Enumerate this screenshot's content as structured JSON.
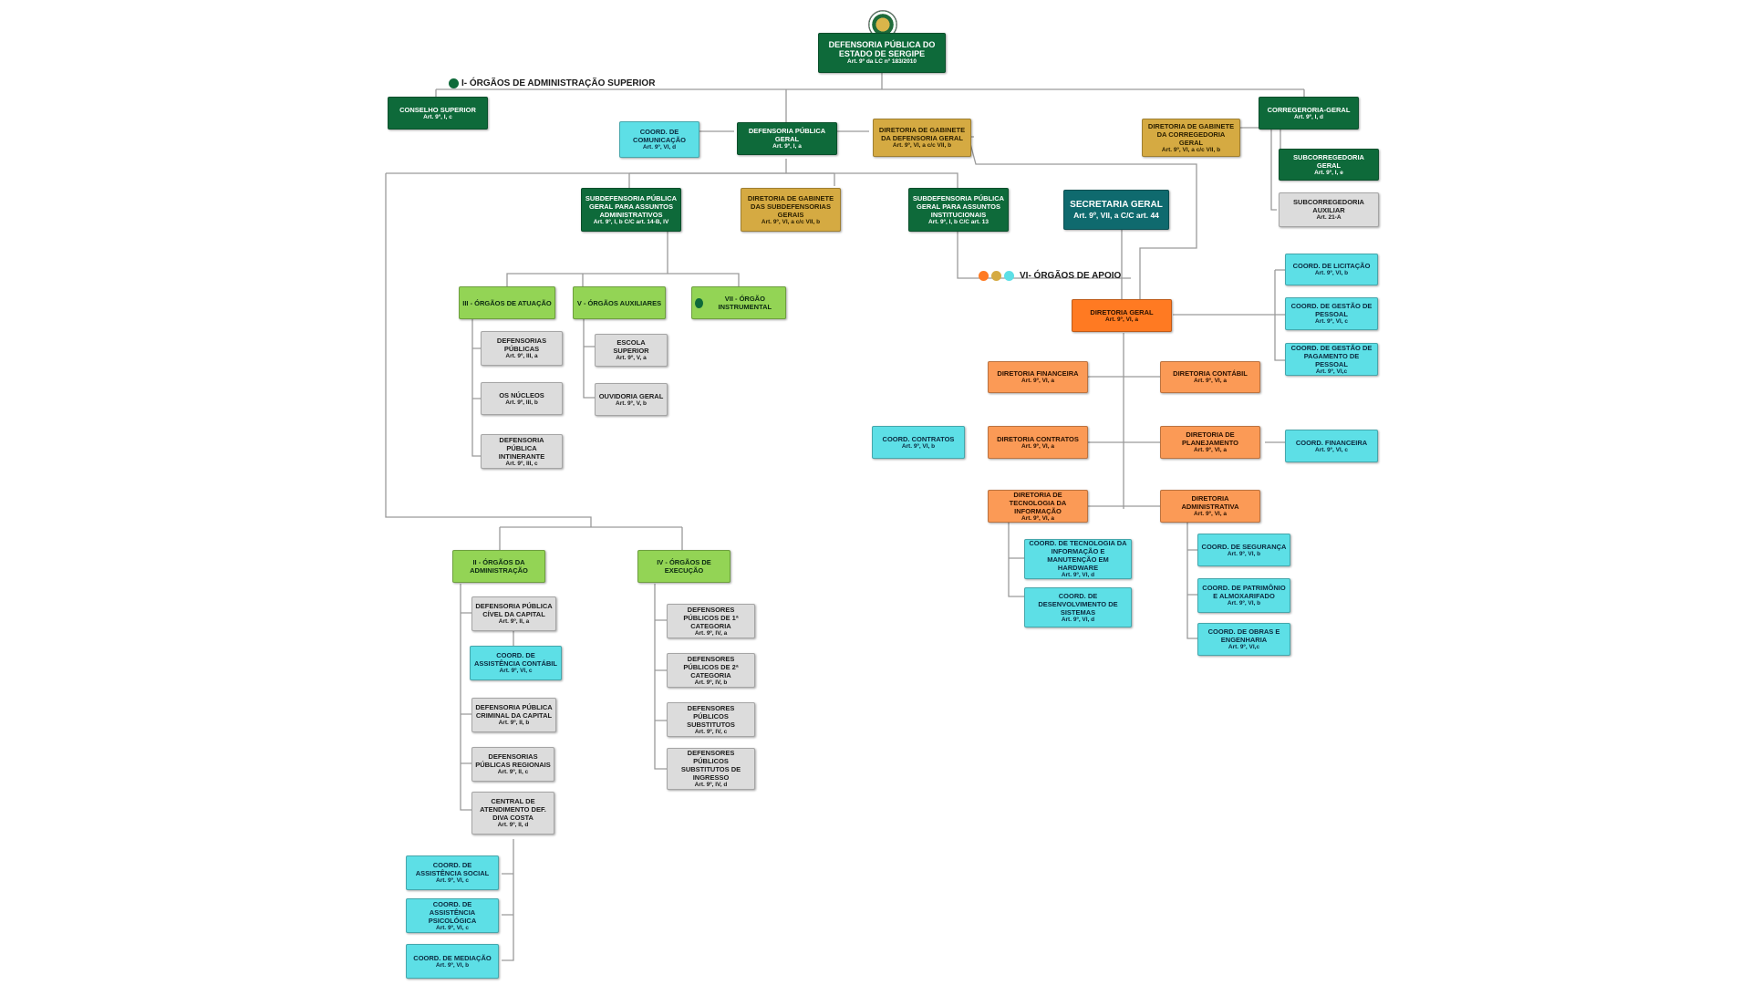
{
  "colors": {
    "dark_green": "#0e6a3a",
    "gold": "#d5aa42",
    "cyan": "#5ddfe6",
    "gray": "#dcdcdc",
    "light_green": "#93d455",
    "teal": "#0f6a6e",
    "orange": "#ff7a22",
    "light_orange": "#fb9a56"
  },
  "header": {
    "emblem_icon": "sergipe-state-seal",
    "title": "DEFENSORIA PÚBLICA DO ESTADO DE SERGIPE",
    "subtitle": "Art. 9º da LC nº 183/2010"
  },
  "group_labels": {
    "admin_superior": "I- ÓRGÃOS DE ADMINISTRAÇÃO SUPERIOR",
    "apoio": "VI- ÓRGÃOS DE APOIO"
  },
  "nodes": {
    "conselho": {
      "title": "CONSELHO SUPERIOR",
      "sub": "Art. 9º, I, c"
    },
    "corregedoria": {
      "title": "CORREGERORIA-GERAL",
      "sub": "Art. 9º, I, d"
    },
    "coord_comunicacao": {
      "title": "COORD. DE COMUNICAÇÃO",
      "sub": "Art. 9º, VI, d"
    },
    "dpg": {
      "title": "DEFENSORIA PÚBLICA GERAL",
      "sub": "Art. 9º, I, a"
    },
    "gab_dpg": {
      "title": "DIRETORIA DE GABINETE DA DEFENSORIA GERAL",
      "sub": "Art. 9º, VI, a c/c VII, b"
    },
    "gab_corregedoria": {
      "title": "DIRETORIA DE GABINETE DA CORREGEDORIA GERAL",
      "sub": "Art. 9º, VI, a c/c VII, b"
    },
    "subcorregedoria_geral": {
      "title": "SUBCORREGEDORIA GERAL",
      "sub": "Art. 9º, I, e"
    },
    "subcorregedoria_aux": {
      "title": "SUBCORREGEDORIA AUXILIAR",
      "sub": "Art. 21-A"
    },
    "sub_adm": {
      "title": "SUBDEFENSORIA PÚBLICA GERAL PARA ASSUNTOS ADMINISTRATIVOS",
      "sub": "Art. 9º, I, b C/C art. 14-B, IV"
    },
    "gab_sub": {
      "title": "DIRETORIA DE GABINETE DAS SUBDEFENSORIAS GERAIS",
      "sub": "Art. 9º, VI, a c/c VII, b"
    },
    "sub_inst": {
      "title": "SUBDEFENSORIA PÚBLICA GERAL PARA ASSUNTOS INSTITUCIONAIS",
      "sub": "Art. 9º, I, b C/C art. 13"
    },
    "sec_geral": {
      "title": "SECRETARIA GERAL",
      "sub": "Art. 9º, VII, a C/C art. 44"
    },
    "atuacao": {
      "title": "III - ÓRGÃOS DE ATUAÇÃO",
      "sub": ""
    },
    "auxiliares": {
      "title": "V - ÓRGÃOS AUXILIARES",
      "sub": ""
    },
    "instrumental": {
      "title": "VII - ÓRGÃO INSTRUMENTAL",
      "sub": ""
    },
    "def_publicas": {
      "title": "DEFENSORIAS PÚBLICAS",
      "sub": "Art. 9º, III, a"
    },
    "nucleos": {
      "title": "OS NÚCLEOS",
      "sub": "Art. 9º, III, b"
    },
    "def_itinerante": {
      "title": "DEFENSORIA PÚBLICA INTINERANTE",
      "sub": "Art. 9º, III, c"
    },
    "escola": {
      "title": "ESCOLA SUPERIOR",
      "sub": "Art. 9º, V, a"
    },
    "ouvidoria": {
      "title": "OUVIDORIA GERAL",
      "sub": "Art. 9º, V, b"
    },
    "orgaos_adm": {
      "title": "II - ÓRGÃOS DA ADMINISTRAÇÃO",
      "sub": ""
    },
    "orgaos_exec": {
      "title": "IV - ÓRGÃOS DE EXECUÇÃO",
      "sub": ""
    },
    "dp_civel": {
      "title": "DEFENSORIA PÚBLICA CÍVEL DA CAPITAL",
      "sub": "Art. 9º, II, a"
    },
    "coord_contabil": {
      "title": "COORD. DE ASSISTÊNCIA CONTÁBIL",
      "sub": "Art. 9º, VI, c"
    },
    "dp_criminal": {
      "title": "DEFENSORIA PÚBLICA CRIMINAL DA CAPITAL",
      "sub": "Art. 9º, II, b"
    },
    "dp_regionais": {
      "title": "DEFENSORIAS PÚBLICAS REGIONAIS",
      "sub": "Art. 9º, II, c"
    },
    "central": {
      "title": "CENTRAL DE ATENDIMENTO DEF. DIVA COSTA",
      "sub": "Art. 9º, II, d"
    },
    "coord_social": {
      "title": "COORD. DE ASSISTÊNCIA SOCIAL",
      "sub": "Art. 9º, VI, c"
    },
    "coord_psico": {
      "title": "COORD. DE ASSISTÊNCIA PSICOLÓGICA",
      "sub": "Art. 9º, VI, c"
    },
    "coord_mediacao": {
      "title": "COORD. DE MEDIAÇÃO",
      "sub": "Art. 9º, VI, b"
    },
    "def_1cat": {
      "title": "DEFENSORES PÚBLICOS DE 1ª CATEGORIA",
      "sub": "Art. 9º, IV, a"
    },
    "def_2cat": {
      "title": "DEFENSORES PÚBLICOS DE 2ª CATEGORIA",
      "sub": "Art. 9º, IV, b"
    },
    "def_subst": {
      "title": "DEFENSORES PÚBLICOS SUBSTITUTOS",
      "sub": "Art. 9º, IV, c"
    },
    "def_ingresso": {
      "title": "DEFENSORES PÚBLICOS SUBSTITUTOS DE INGRESSO",
      "sub": "Art. 9º, IV, d"
    },
    "dir_geral": {
      "title": "DIRETORIA GERAL",
      "sub": "Art. 9º, VI, a"
    },
    "coord_licitacao": {
      "title": "COORD. DE LICITAÇÃO",
      "sub": "Art. 9º, VI, b"
    },
    "coord_pessoal": {
      "title": "COORD. DE GESTÃO DE PESSOAL",
      "sub": "Art. 9º, VI, c"
    },
    "coord_pagamento": {
      "title": "COORD. DE GESTÃO DE PAGAMENTO DE PESSOAL",
      "sub": "Art. 9º, VI,c"
    },
    "dir_financeira": {
      "title": "DIRETORIA FINANCEIRA",
      "sub": "Art. 9º, VI, a"
    },
    "dir_contabil": {
      "title": "DIRETORIA CONTÁBIL",
      "sub": "Art. 9º, VI, a"
    },
    "coord_contratos": {
      "title": "COORD. CONTRATOS",
      "sub": "Art. 9º, VI, b"
    },
    "dir_contratos": {
      "title": "DIRETORIA CONTRATOS",
      "sub": "Art. 9º, VI, a"
    },
    "dir_planejamento": {
      "title": "DIRETORIA DE PLANEJAMENTO",
      "sub": "Art. 9º, VI, a"
    },
    "coord_financeira": {
      "title": "COORD. FINANCEIRA",
      "sub": "Art. 9º, VI, c"
    },
    "dir_ti": {
      "title": "DIRETORIA DE TECNOLOGIA DA INFORMAÇÃO",
      "sub": "Art. 9º, VI, a"
    },
    "dir_adm": {
      "title": "DIRETORIA ADMINISTRATIVA",
      "sub": "Art. 9º, VI, a"
    },
    "coord_ti_hw": {
      "title": "COORD. DE TECNOLOGIA DA INFORMAÇÃO E MANUTENÇÃO EM HARDWARE",
      "sub": "Art. 9º, VI, d"
    },
    "coord_sistemas": {
      "title": "COORD. DE DESENVOLVIMENTO DE SISTEMAS",
      "sub": "Art. 9º, VI, d"
    },
    "coord_seguranca": {
      "title": "COORD. DE SEGURANÇA",
      "sub": "Art. 9º, VI, b"
    },
    "coord_patrimonio": {
      "title": "COORD. DE PATRIMÔNIO E ALMOXARIFADO",
      "sub": "Art. 9º, VI, b"
    },
    "coord_obras": {
      "title": "COORD. DE OBRAS E ENGENHARIA",
      "sub": "Art. 9º, VI,c"
    }
  }
}
